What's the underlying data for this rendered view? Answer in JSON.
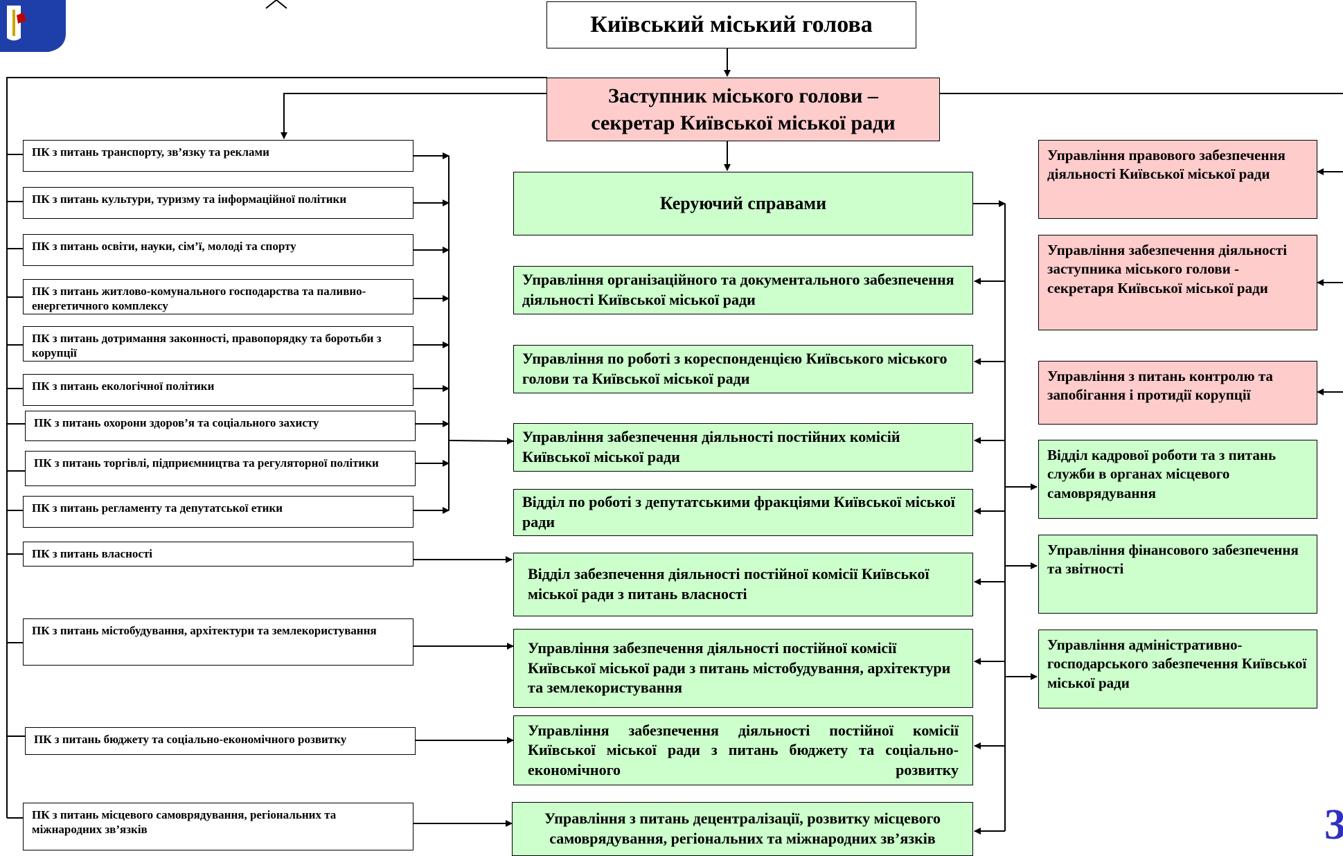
{
  "header": {
    "mayor": "Київський міський голова",
    "deputy": "Заступник міського голови –\nсекретар Київської міської ради"
  },
  "commissions": [
    "ПК з питань транспорту, зв’язку та реклами",
    "ПК з питань культури, туризму та інформаційної політики",
    "ПК з питань освіти, науки, сім’ї, молоді та спорту",
    "ПК з питань житлово-комунального господарства та паливно-енергетичного комплексу",
    "ПК з питань дотримання законності, правопорядку та боротьби з корупції",
    "ПК з питань екологічної політики",
    "ПК з питань охорони здоров’я та соціального захисту",
    "ПК з питань торгівлі, підприємництва та регуляторної політики",
    "ПК з питань регламенту та депутатської етики",
    "ПК з питань власності",
    "ПК з питань містобудування, архітектури та землекористування",
    "ПК з питань бюджету  та соціально-економічного розвитку",
    "ПК з питань місцевого самоврядування, регіональних та міжнародних зв’язків"
  ],
  "manager": "Керуючий справами",
  "center_units": [
    "Управління організаційного та документального забезпечення діяльності Київської міської ради",
    "Управління по роботі з кореспонденцією Київського міського голови та Київської міської ради",
    "Управління забезпечення діяльності постійних комісій Київської міської ради",
    "Відділ по роботі з депутатськими фракціями Київської міської ради",
    "Відділ забезпечення діяльності постійної комісії Київської міської ради з питань власності",
    "Управління забезпечення діяльності постійної комісії Київської міської ради з питань містобудування, архітектури та землекористування",
    "Управління забезпечення діяльності постійної комісії Київської міської ради з питань бюджету та соціально-економічного розвитку",
    "Управління з питань децентралізації, розвитку місцевого самоврядування, регіональних та міжнародних зв’язків"
  ],
  "deputy_units": [
    "Управління правового забезпечення діяльності Київської міської ради",
    "Управління забезпечення діяльності заступника міського голови - секретаря Київської міської ради",
    "Управління з питань контролю та запобігання і протидії корупції"
  ],
  "manager_units": [
    "Відділ кадрової роботи та з питань служби в органах місцевого самоврядування",
    "Управління фінансового забезпечення та звітності",
    "Управління адміністративно-господарського забезпечення Київської міської ради"
  ],
  "page_number": "3",
  "colors": {
    "green_fill": "#ccffcc",
    "pink_fill": "#ffcccc",
    "page_number": "#3030c0"
  }
}
